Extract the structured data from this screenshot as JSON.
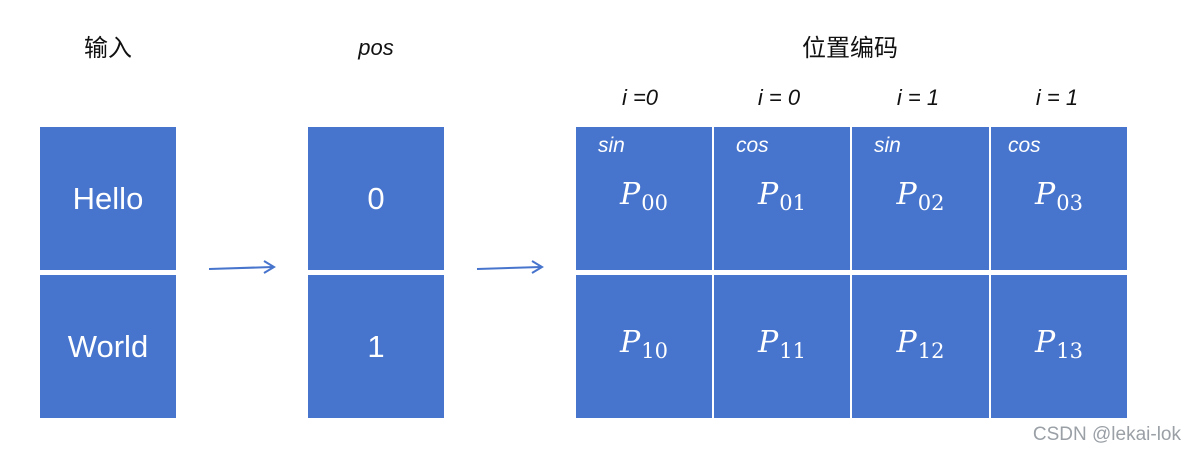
{
  "headers": {
    "input": "输入",
    "pos": "pos",
    "posenc": "位置编码"
  },
  "index_labels": [
    "i =0",
    "i = 0",
    "i = 1",
    "i = 1"
  ],
  "inputs": [
    "Hello",
    "World"
  ],
  "positions": [
    "0",
    "1"
  ],
  "trig_labels": [
    "sin",
    "cos",
    "sin",
    "cos"
  ],
  "encoding": {
    "symbol": "P",
    "rows": [
      [
        "00",
        "01",
        "02",
        "03"
      ],
      [
        "10",
        "11",
        "12",
        "13"
      ]
    ]
  },
  "colors": {
    "cell": "#4774cc",
    "arrow": "#4774cc"
  },
  "watermark": "CSDN @lekai-lok"
}
